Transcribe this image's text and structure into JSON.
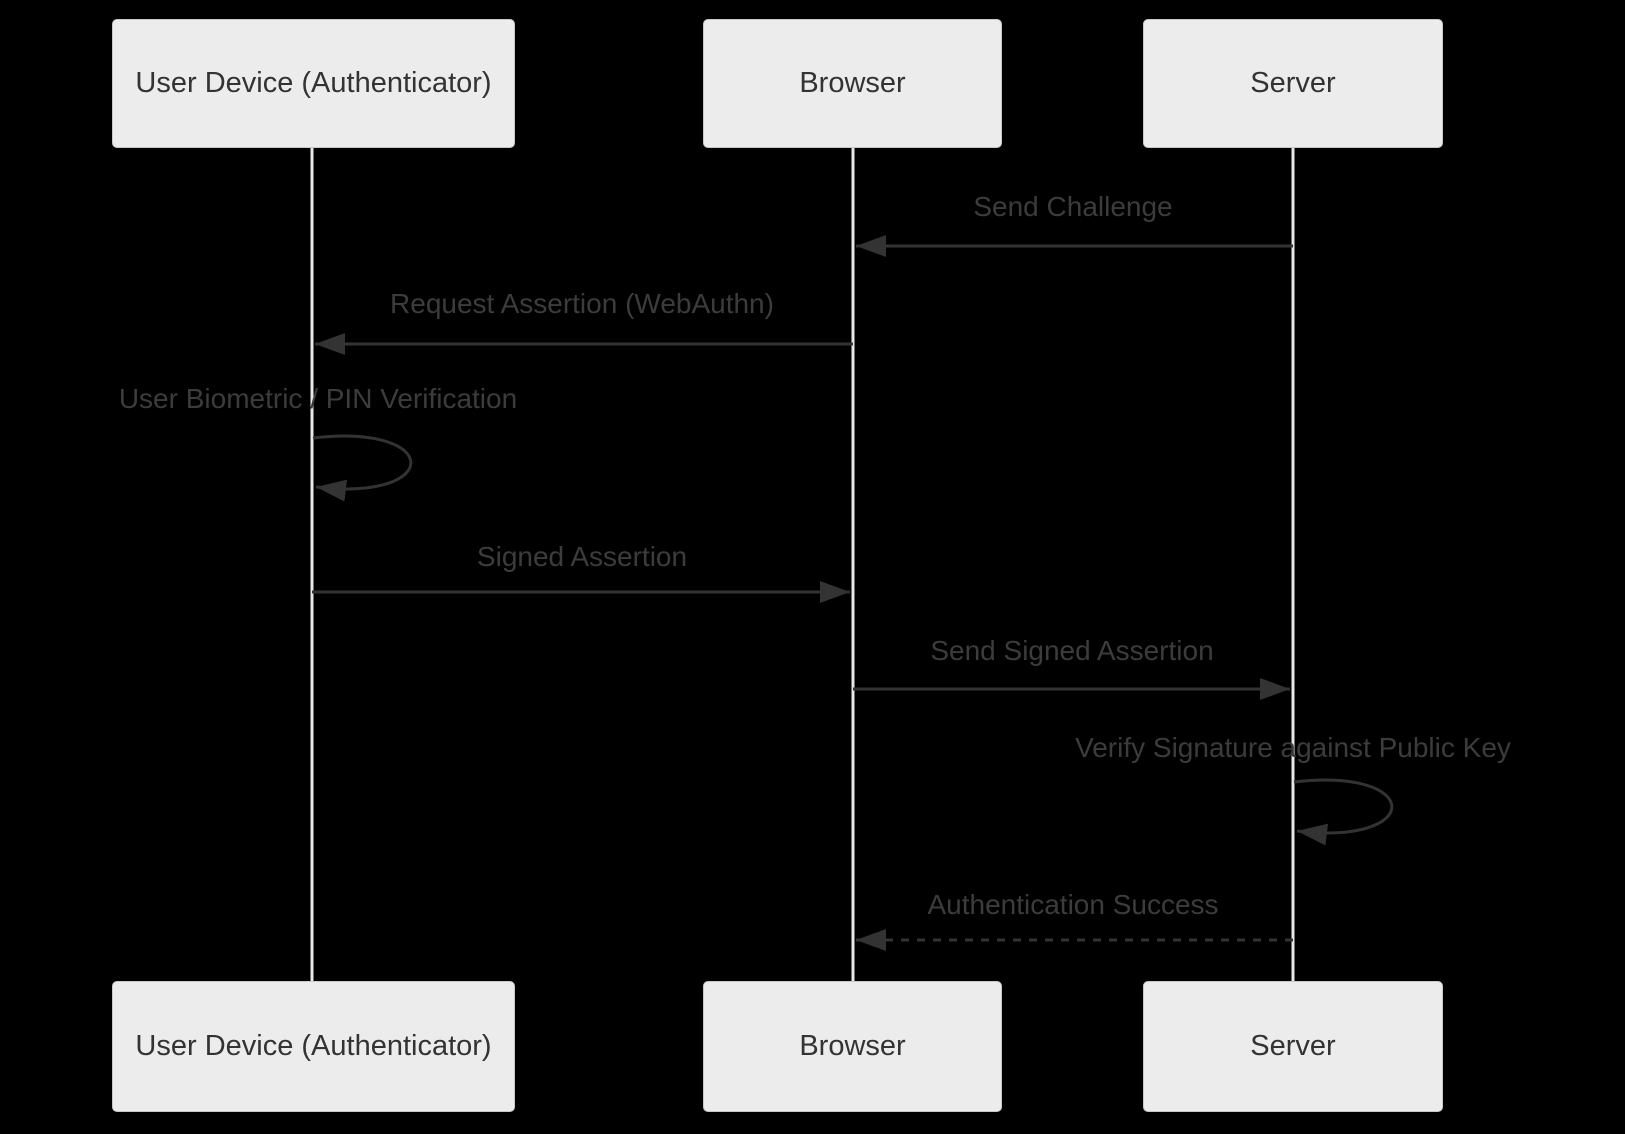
{
  "diagram": {
    "type": "sequence-diagram",
    "actors": [
      {
        "label": "User Device (Authenticator)"
      },
      {
        "label": "Browser"
      },
      {
        "label": "Server"
      }
    ],
    "messages": [
      {
        "label": "Send Challenge",
        "from": "Server",
        "to": "Browser",
        "line": "solid"
      },
      {
        "label": "Request Assertion (WebAuthn)",
        "from": "Browser",
        "to": "User Device (Authenticator)",
        "line": "solid"
      },
      {
        "label": "User Biometric / PIN Verification",
        "from": "User Device (Authenticator)",
        "to": "User Device (Authenticator)",
        "line": "self-loop"
      },
      {
        "label": "Signed Assertion",
        "from": "User Device (Authenticator)",
        "to": "Browser",
        "line": "solid"
      },
      {
        "label": "Send Signed Assertion",
        "from": "Browser",
        "to": "Server",
        "line": "solid"
      },
      {
        "label": "Verify Signature against Public Key",
        "from": "Server",
        "to": "Server",
        "line": "self-loop"
      },
      {
        "label": "Authentication Success",
        "from": "Server",
        "to": "Browser",
        "line": "dashed"
      }
    ],
    "colors": {
      "background": "#000000",
      "actor_fill": "#ececec",
      "actor_border": "#c8c8c8",
      "text": "#333333",
      "message_text": "#3c3c3c",
      "line": "#333333",
      "lifeline": "#e8e8e8"
    }
  }
}
